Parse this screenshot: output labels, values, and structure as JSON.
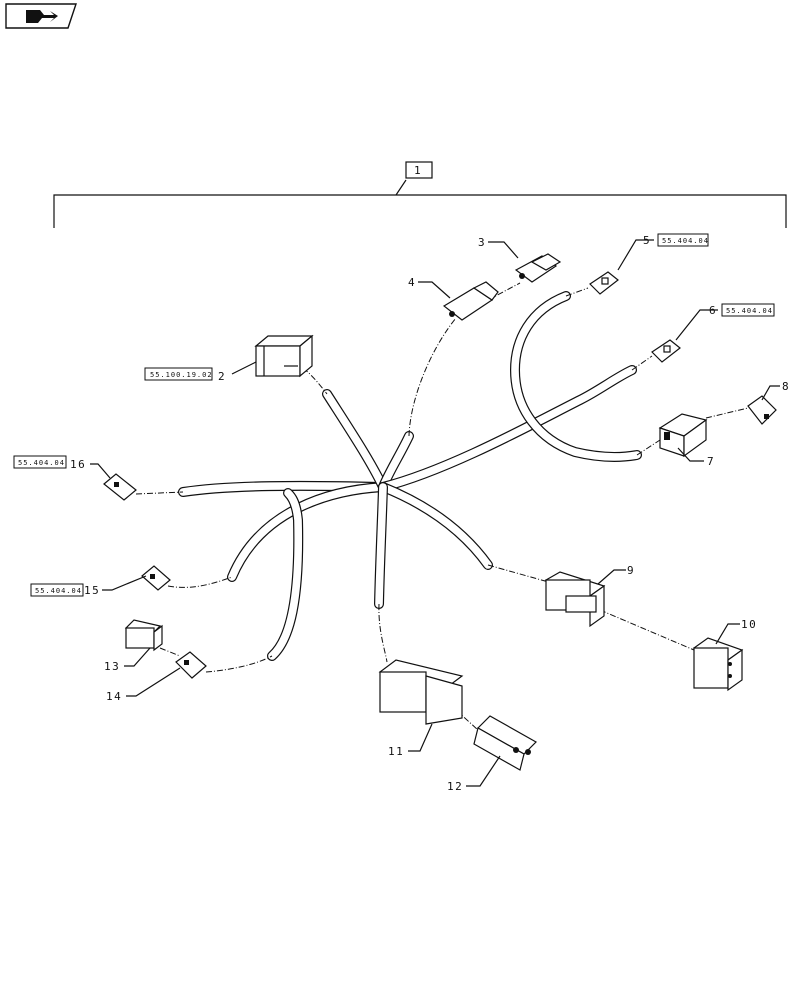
{
  "nav_icon": "return-arrow-icon",
  "assembly_label": "1",
  "callouts": [
    "2",
    "3",
    "4",
    "5",
    "6",
    "7",
    "8",
    "9",
    "10",
    "11",
    "12",
    "13",
    "14",
    "15",
    "16"
  ],
  "refs": {
    "r2": "55.100.19.02",
    "r5": "55.404.04",
    "r6": "55.404.04",
    "r15": "55.404.04",
    "r16": "55.404.04"
  }
}
